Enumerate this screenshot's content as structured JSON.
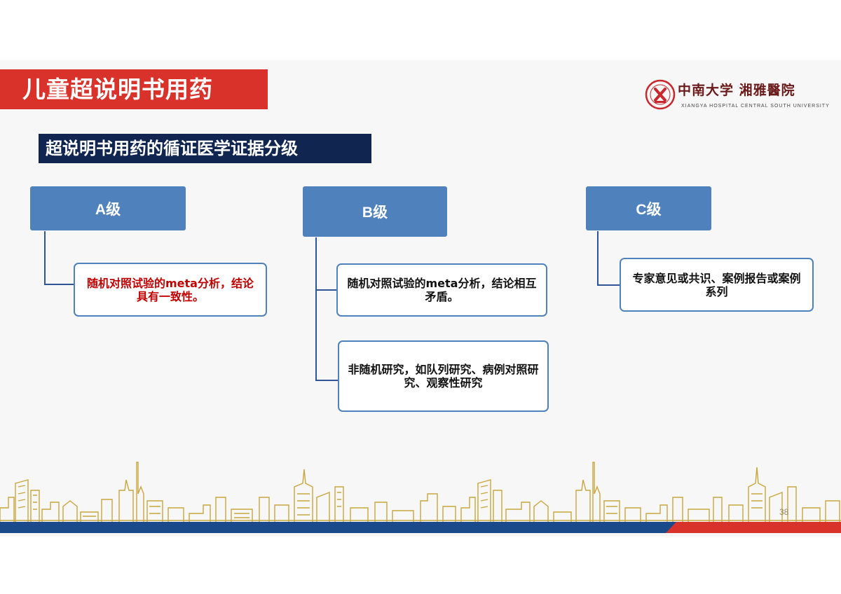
{
  "slide": {
    "title": "儿童超说明书用药",
    "subtitle": "超说明书用药的循证医学证据分级",
    "page_number": "38"
  },
  "logo": {
    "cn_text": "中南大学 湘雅醫院",
    "en_text": "XIANGYA HOSPITAL CENTRAL SOUTH UNIVERSITY",
    "accent_color": "#c8272d"
  },
  "levels": {
    "a": {
      "label": "A级",
      "items": [
        "随机对照试验的meta分析，结论具有一致性。"
      ]
    },
    "b": {
      "label": "B级",
      "items": [
        "随机对照试验的meta分析，结论相互矛盾。",
        "非随机研究，如队列研究、病例对照研究、观察性研究"
      ]
    },
    "c": {
      "label": "C级",
      "items": [
        "专家意见或共识、案例报告或案例系列"
      ]
    }
  },
  "colors": {
    "title_banner": "#d8322b",
    "subtitle_banner": "#10254f",
    "level_box": "#4f81bd",
    "highlight_text": "#c00000",
    "footer_band": "#1b4a8a",
    "skyline_gold": "#c9a53d"
  }
}
